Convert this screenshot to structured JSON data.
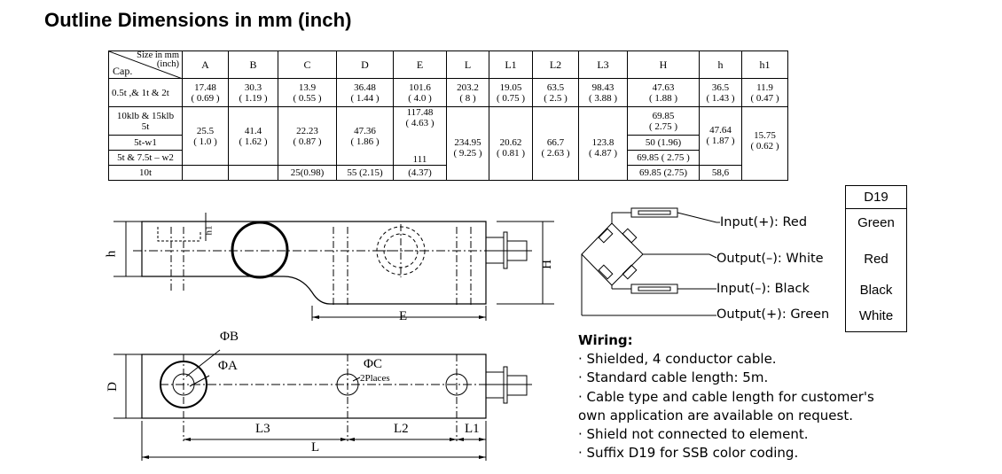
{
  "title": "Outline Dimensions in mm (inch)",
  "table": {
    "corner_size": "Size in mm",
    "corner_inch": "(inch)",
    "corner_cap": "Cap.",
    "headers": [
      "A",
      "B",
      "C",
      "D",
      "E",
      "L",
      "L1",
      "L2",
      "L3",
      "H",
      "h",
      "h1"
    ],
    "row1": {
      "cap": "0.5t ,& 1t  & 2t",
      "A": [
        "17.48",
        "( 0.69 )"
      ],
      "B": [
        "30.3",
        "( 1.19 )"
      ],
      "C": [
        "13.9",
        "( 0.55 )"
      ],
      "D": [
        "36.48",
        "( 1.44 )"
      ],
      "E": [
        "101.6",
        "( 4.0 )"
      ],
      "L": [
        "203.2",
        "( 8 )"
      ],
      "L1": [
        "19.05",
        "( 0.75 )"
      ],
      "L2": [
        "63.5",
        "( 2.5 )"
      ],
      "L3": [
        "98.43",
        "( 3.88 )"
      ],
      "H": [
        "47.63",
        "( 1.88 )"
      ],
      "h": [
        "36.5",
        "( 1.43 )"
      ],
      "h1": [
        "11.9",
        "( 0.47 )"
      ]
    },
    "group": {
      "caps": [
        "10klb & 15klb",
        "5t",
        "5t-w1",
        "5t & 7.5t – w2",
        "10t"
      ],
      "A": [
        "25.5",
        "( 1.0 )"
      ],
      "B": [
        "41.4",
        "( 1.62 )"
      ],
      "C": [
        "22.23",
        "( 0.87 )"
      ],
      "C_10t": "25(0.98)",
      "D": [
        "47.36",
        "( 1.86 )"
      ],
      "D_10t": "55 (2.15)",
      "E_a": [
        "117.48",
        "( 4.63 )"
      ],
      "E_b": "111",
      "E_c": "(4.37)",
      "L": [
        "234.95",
        "( 9.25 )"
      ],
      "L1": [
        "20.62",
        "( 0.81 )"
      ],
      "L2": [
        "66.7",
        "( 2.63 )"
      ],
      "L3": [
        "123.8",
        "( 4.87 )"
      ],
      "H_a": [
        "69.85",
        "( 2.75 )"
      ],
      "H_b": "50 (1.96)",
      "H_c": "69.85 ( 2.75 )",
      "H_d": "69.85 (2.75)",
      "h": [
        "47.64",
        "( 1.87 )"
      ],
      "h_10t": "58,6",
      "h1": [
        "15.75",
        "( 0.62 )"
      ]
    }
  },
  "wiring_diagram": {
    "labels": [
      "Input(+): Red",
      "Output(–): White",
      "Input(–): Black",
      "Output(+): Green"
    ]
  },
  "color_code": {
    "header": "D19",
    "colors": [
      "Green",
      "Red",
      "Black",
      "White"
    ]
  },
  "dimension_labels": {
    "h": "h",
    "h1": "h1",
    "H": "H",
    "E": "E",
    "phiB": "ΦB",
    "phiA": "ΦA",
    "phiC": "ΦC",
    "two_places": "2Places",
    "D": "D",
    "L3": "L3",
    "L2": "L2",
    "L1": "L1",
    "L": "L"
  },
  "wiring": {
    "title": "Wiring:",
    "notes": [
      "· Shielded, 4 conductor cable.",
      "· Standard cable  length: 5m.",
      "· Cable type and cable length for customer's",
      "  own application are available on request.",
      "· Shield not connected to element.",
      "· Suffix D19 for SSB color coding."
    ]
  }
}
